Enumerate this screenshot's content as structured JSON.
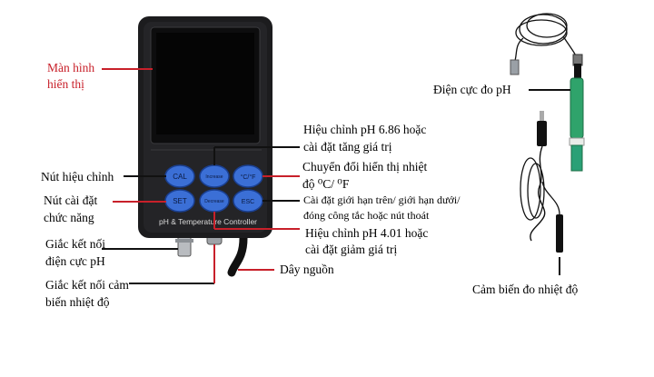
{
  "device": {
    "panel_text": "pH & Temperature Controller",
    "buttons": [
      "CAL",
      "Increase",
      "°C/°F",
      "SET",
      "Decrease",
      "ESC"
    ]
  },
  "labels": {
    "screen_line1": "Màn hình",
    "screen_line2": "hiển thị",
    "cal_btn": "Nút hiệu chỉnh",
    "set_btn_line1": "Nút cài đặt",
    "set_btn_line2": "chức năng",
    "ph_conn_line1": "Giắc kết nối",
    "ph_conn_line2": "điện cực pH",
    "temp_conn_line1": "Giắc kết nối cảm",
    "temp_conn_line2": "biến nhiệt độ",
    "inc_line1": "Hiệu chỉnh pH 6.86 hoặc",
    "inc_line2": "cài đặt tăng giá trị",
    "cf_line1": "Chuyển đổi hiển thị nhiệt",
    "cf_line2": "độ ⁰C/ ⁰F",
    "esc_line1": "Cài đặt giới hạn trên/ giới hạn dưới/",
    "esc_line2": "đóng công tắc hoặc nút thoát",
    "dec_line1": "Hiệu chỉnh pH 4.01 hoặc",
    "dec_line2": "cài đặt giảm giá trị",
    "power": "Dây nguồn",
    "ph_probe": "Điện cực đo pH",
    "temp_probe": "Cảm biến đo nhiệt độ"
  },
  "colors": {
    "device_body": "#1c1c1e",
    "button": "#3b6fd6",
    "accent_line": "#c8202a",
    "probe_green": "#2fa36b"
  }
}
